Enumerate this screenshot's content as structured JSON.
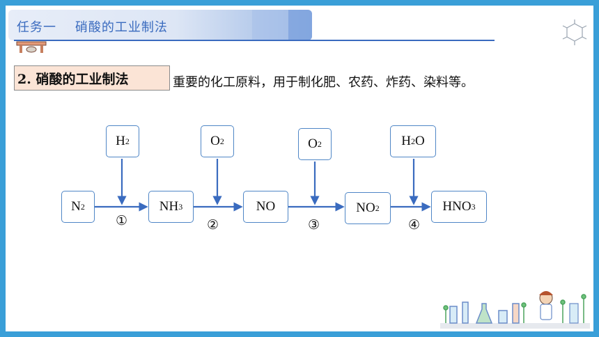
{
  "header": {
    "title": "任务一    硝酸的工业制法"
  },
  "section": {
    "heading": "2. 硝酸的工业制法",
    "description": "重要的化工原料，用于制化肥、农药、炸药、染料等。"
  },
  "flow": {
    "main_nodes": [
      {
        "base": "N",
        "sub": "2",
        "tail": ""
      },
      {
        "base": "NH",
        "sub": "3",
        "tail": ""
      },
      {
        "base": "NO",
        "sub": "",
        "tail": ""
      },
      {
        "base": "NO",
        "sub": "2",
        "tail": ""
      },
      {
        "base": "HNO",
        "sub": "3",
        "tail": ""
      }
    ],
    "reagents": [
      {
        "base": "H",
        "sub": "2",
        "tail": ""
      },
      {
        "base": "O",
        "sub": "2",
        "tail": ""
      },
      {
        "base": "O",
        "sub": "2",
        "tail": ""
      },
      {
        "base": "H",
        "sub": "2",
        "tail": "O"
      }
    ],
    "steps": [
      "①",
      "②",
      "③",
      "④"
    ]
  },
  "colors": {
    "border": "#3a9fd8",
    "accent": "#3a6bbf",
    "node_border": "#4f86c6",
    "heading_bg": "#fbe4d6"
  }
}
